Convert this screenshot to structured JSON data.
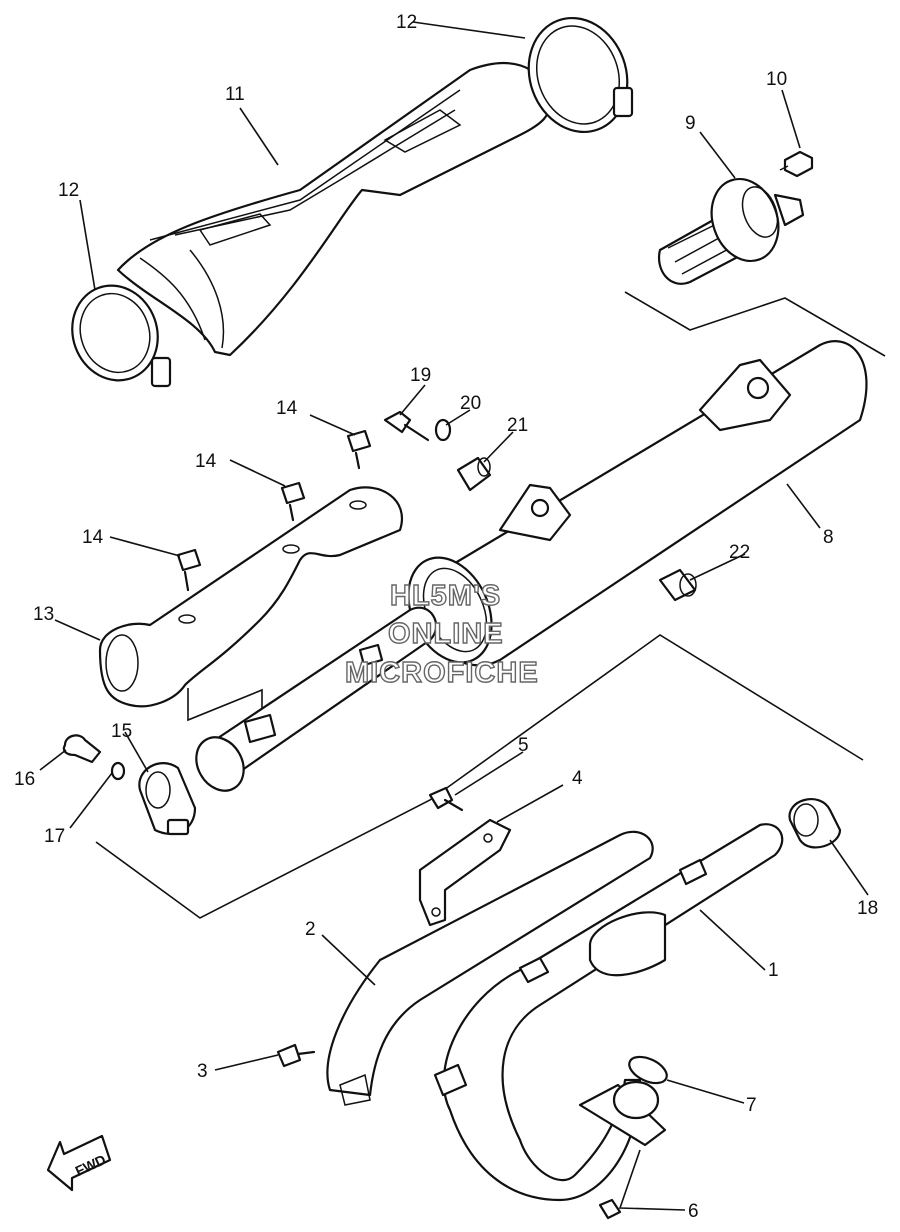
{
  "watermark": {
    "line1": "HL5M'S",
    "line2": "ONLINE",
    "line3": "MICROFICHE"
  },
  "direction_label": "FWD",
  "callouts": {
    "c1": "1",
    "c2": "2",
    "c3": "3",
    "c4": "4",
    "c5": "5",
    "c6": "6",
    "c7": "7",
    "c8": "8",
    "c9": "9",
    "c10": "10",
    "c11": "11",
    "c12a": "12",
    "c12b": "12",
    "c13": "13",
    "c14a": "14",
    "c14b": "14",
    "c14c": "14",
    "c15": "15",
    "c16": "16",
    "c17": "17",
    "c18": "18",
    "c19": "19",
    "c20": "20",
    "c21": "21",
    "c22": "22"
  }
}
